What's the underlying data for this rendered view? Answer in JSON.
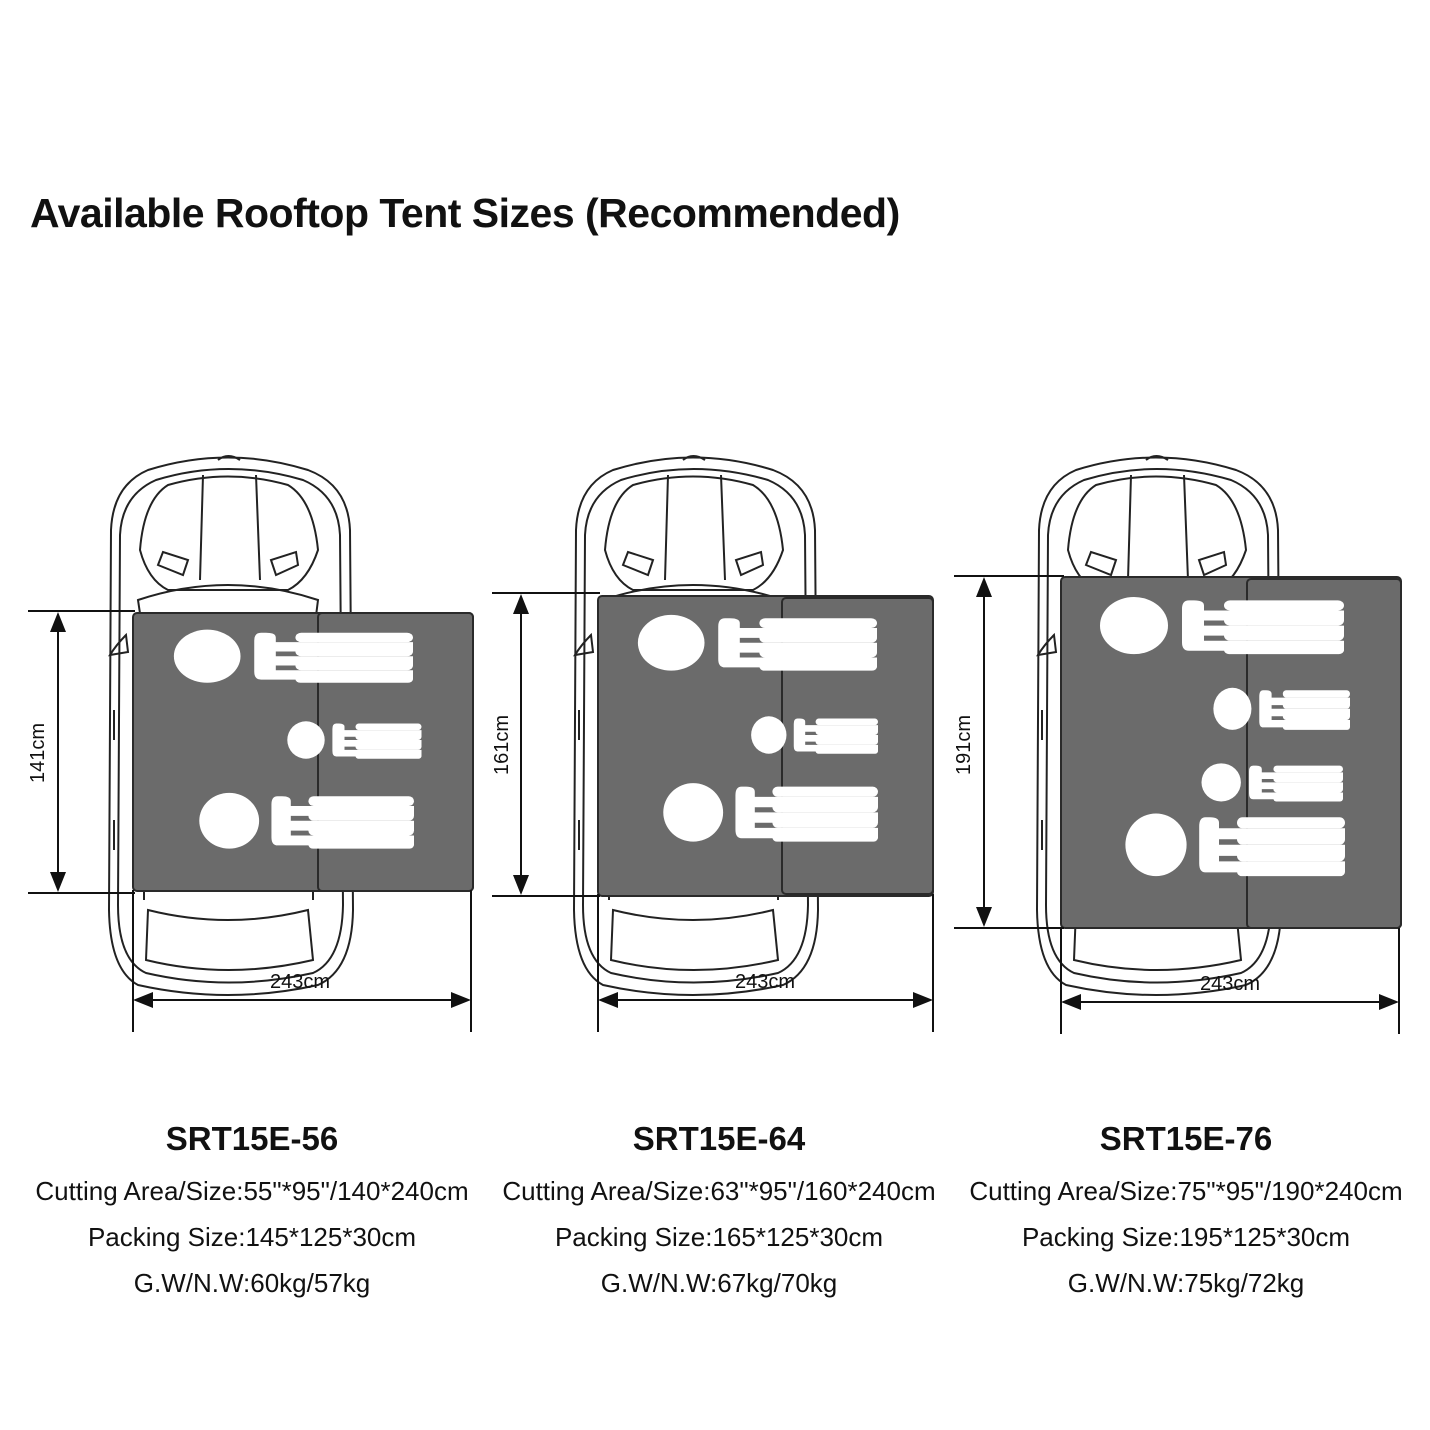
{
  "title": "Available Rooftop Tent Sizes (Recommended)",
  "models": [
    {
      "name": "SRT15E-56",
      "height_label": "141cm",
      "width_label": "243cm",
      "cutting": "Cutting Area/Size:55\"*95\"/140*240cm",
      "packing": "Packing Size:145*125*30cm",
      "weight": "G.W/N.W:60kg/57kg"
    },
    {
      "name": "SRT15E-64",
      "height_label": "161cm",
      "width_label": "243cm",
      "cutting": "Cutting Area/Size:63\"*95\"/160*240cm",
      "packing": "Packing Size:165*125*30cm",
      "weight": "G.W/N.W:67kg/70kg"
    },
    {
      "name": "SRT15E-76",
      "height_label": "191cm",
      "width_label": "243cm",
      "cutting": "Cutting Area/Size:75\"*95\"/190*240cm",
      "packing": "Packing Size:195*125*30cm",
      "weight": "G.W/N.W:75kg/72kg"
    }
  ],
  "colors": {
    "tent": "#6b6b6b",
    "person": "#ffffff",
    "outline": "#222222"
  }
}
